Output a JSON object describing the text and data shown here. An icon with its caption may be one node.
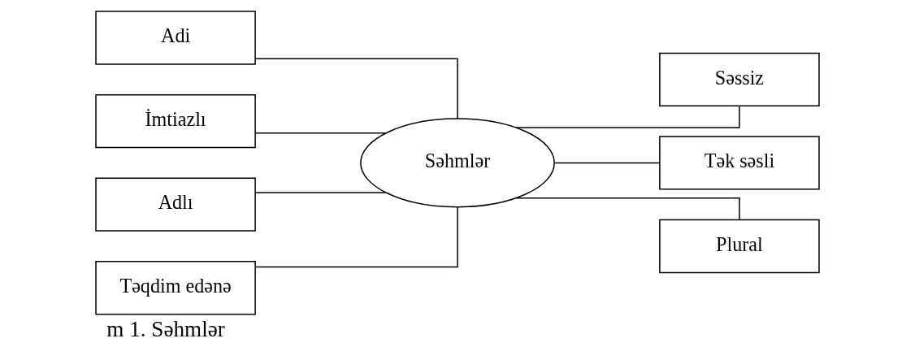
{
  "diagram": {
    "caption": "m 1. Səhmlər",
    "nodes": [
      {
        "text": [
          "Adi"
        ]
      },
      {
        "text": [
          "İmtiazlı"
        ]
      },
      {
        "text": [
          "Adlı"
        ]
      },
      {
        "text": [
          "Təqdim edənə"
        ]
      },
      {
        "text": [
          "Səhmlər"
        ]
      },
      {
        "text": [
          "Səssiz"
        ]
      },
      {
        "text": [
          "Tək səsli"
        ]
      },
      {
        "text": [
          "Plural"
        ]
      }
    ],
    "edges": [
      {
        "from": 0,
        "to": 4,
        "arrow": "none"
      },
      {
        "from": 1,
        "to": 4,
        "arrow": "none"
      },
      {
        "from": 2,
        "to": 4,
        "arrow": "none"
      },
      {
        "from": 3,
        "to": 4,
        "arrow": "none"
      },
      {
        "from": 4,
        "to": 5,
        "arrow": "none"
      },
      {
        "from": 4,
        "to": 6,
        "arrow": "none"
      },
      {
        "from": 4,
        "to": 7,
        "arrow": "none"
      }
    ]
  }
}
